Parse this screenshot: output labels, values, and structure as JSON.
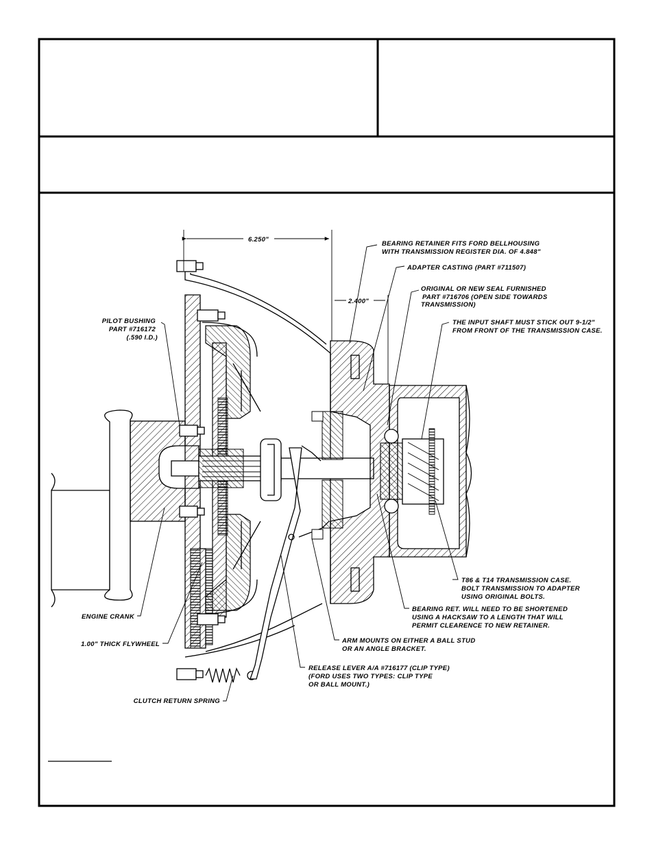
{
  "dimensions": {
    "overall": "6.250\"",
    "adapter": "2.400\""
  },
  "labels": {
    "bearing_retainer": [
      "BEARING RETAINER FITS FORD BELLHOUSING",
      "WITH TRANSMISSION REGISTER DIA. OF 4.848\""
    ],
    "adapter_casting": [
      "ADAPTER CASTING (PART #711507)"
    ],
    "seal": [
      "ORIGINAL OR NEW SEAL FURNISHED",
      "PART #716706 (OPEN SIDE TOWARDS",
      "TRANSMISSION)"
    ],
    "input_shaft": [
      "THE INPUT SHAFT MUST STICK OUT 9-1/2\"",
      "FROM FRONT OF THE TRANSMISSION CASE."
    ],
    "pilot_bushing": [
      "PILOT BUSHING",
      "PART #716172",
      "(.590 I.D.)"
    ],
    "engine_crank": [
      "ENGINE CRANK"
    ],
    "flywheel": [
      "1.00\" THICK FLYWHEEL"
    ],
    "clutch_spring": [
      "CLUTCH RETURN SPRING"
    ],
    "transmission_case": [
      "T86 & T14 TRANSMISSION CASE.",
      "BOLT TRANSMISSION TO ADAPTER",
      "USING ORIGINAL BOLTS."
    ],
    "bearing_ret_short": [
      "BEARING RET. WILL NEED TO BE SHORTENED",
      "USING A HACKSAW TO A LENGTH THAT WILL",
      "PERMIT CLEARENCE TO NEW RETAINER."
    ],
    "arm_mounts": [
      "ARM MOUNTS ON EITHER A BALL STUD",
      "OR AN ANGLE BRACKET."
    ],
    "release_lever": [
      "RELEASE LEVER A/A #716177 (CLIP TYPE)",
      "(FORD USES TWO TYPES: CLIP TYPE",
      "OR BALL MOUNT.)"
    ]
  },
  "colors": {
    "ink": "#000000",
    "paper": "#ffffff"
  }
}
